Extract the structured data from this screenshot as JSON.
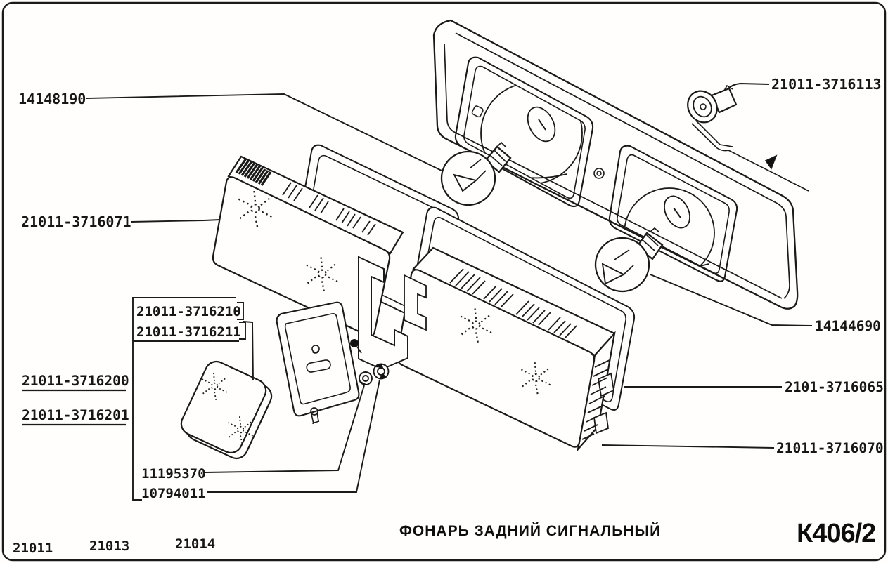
{
  "page": {
    "title": "ФОНАРЬ ЗАДНИЙ СИГНАЛЬНЫЙ",
    "page_code": "К406/2",
    "models": [
      "21011",
      "21013",
      "21014"
    ],
    "ink_color": "#1a1a1a",
    "paper_color": "#fffefc"
  },
  "part_labels": {
    "bulb_upper": "14148190",
    "socket": "21011-3716113",
    "lens_left": "21011-3716071",
    "body_variant_1": "21011-3716210",
    "body_variant_2": "21011-3716211",
    "lens_reverse_1": "21011-3716200",
    "lens_reverse_2": "21011-3716201",
    "washer": "11195370",
    "nut": "10794011",
    "bulb_lower": "14144690",
    "gasket_right": "2101-3716065",
    "lens_right": "21011-3716070"
  }
}
